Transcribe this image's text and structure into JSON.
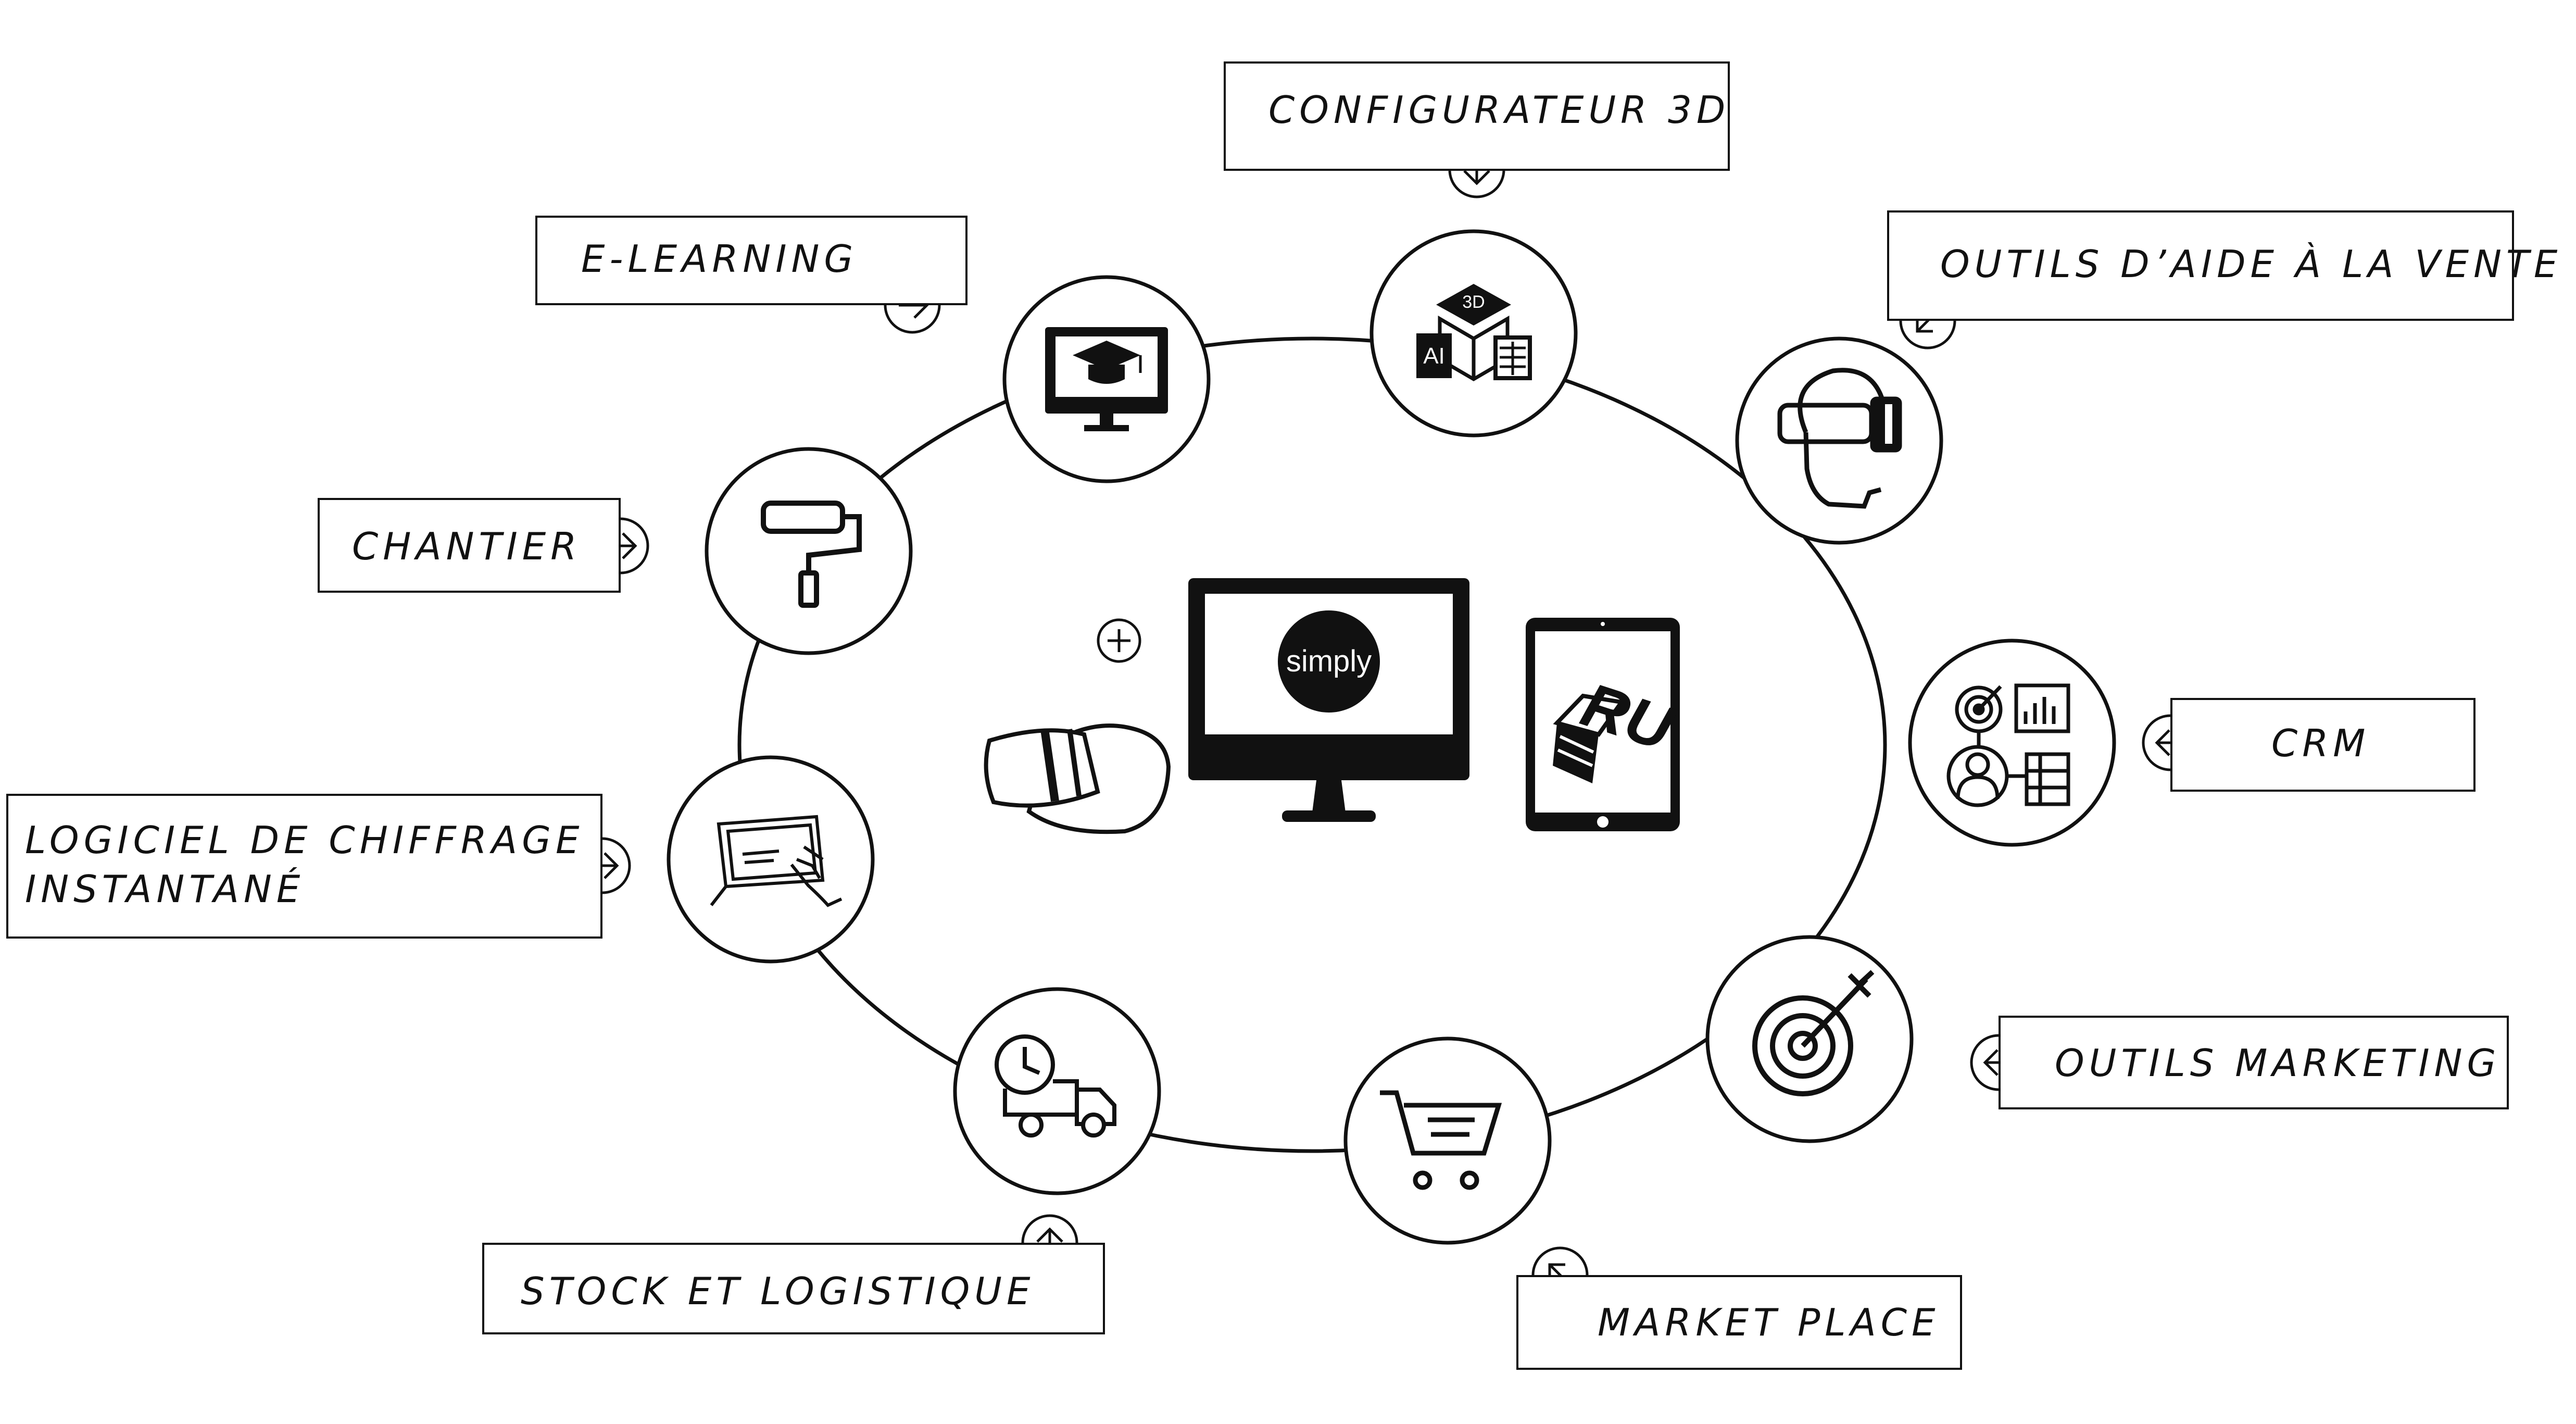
{
  "diagram": {
    "center_logo": "simply",
    "tablet_logo": "RU",
    "vr_plus": "+",
    "module_icons": {
      "configurateur": "3d-ai-cube-icon",
      "elearning": "monitor-graduation-cap-icon",
      "outils_vente": "vr-headset-head-icon",
      "chantier": "paint-roller-icon",
      "crm": "target-chart-user-table-icon",
      "chiffrage": "hand-on-tablet-icon",
      "marketing": "target-arrow-icon",
      "stock": "clock-truck-icon",
      "market": "shopping-cart-icon"
    },
    "labels": {
      "configurateur": "CONFIGURATEUR 3D",
      "elearning": "E-LEARNING",
      "outils_vente": "OUTILS D’AIDE À LA VENTE",
      "chantier": "CHANTIER",
      "crm": "CRM",
      "chiffrage_line1": "LOGICIEL DE CHIFFRAGE",
      "chiffrage_line2": "INSTANTANÉ",
      "marketing": "OUTILS MARKETING",
      "stock": "STOCK ET LOGISTIQUE",
      "market": "MARKET PLACE"
    },
    "icon_3d": "3D",
    "icon_ai": "AI"
  }
}
